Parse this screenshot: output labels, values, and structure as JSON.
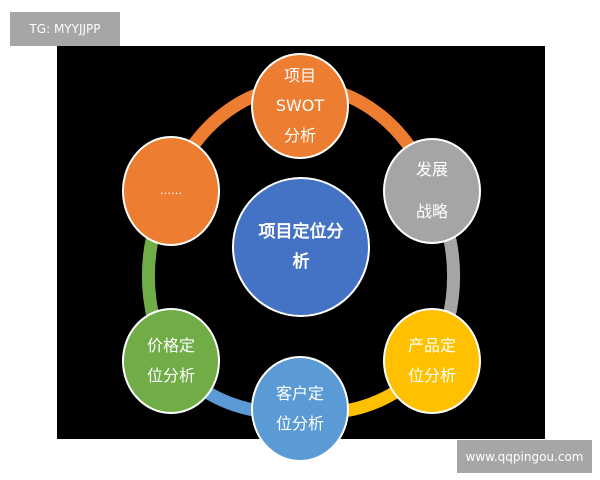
{
  "watermarks": {
    "top_left": "TG: MYYJJPP",
    "bottom_right": "www.qqpingou.com"
  },
  "center": {
    "lines": [
      "项目定位分",
      "析"
    ],
    "color": "#4472c4"
  },
  "nodes": [
    {
      "id": "swot",
      "lines": [
        "项目",
        "SWOT",
        "分析"
      ],
      "color": "#ed7d31"
    },
    {
      "id": "strategy",
      "lines": [
        "发展",
        "战略"
      ],
      "color": "#a5a5a5"
    },
    {
      "id": "product",
      "lines": [
        "产品定",
        "位分析"
      ],
      "color": "#ffc000"
    },
    {
      "id": "customer",
      "lines": [
        "客户定",
        "位分析"
      ],
      "color": "#5b9bd5"
    },
    {
      "id": "price",
      "lines": [
        "价格定",
        "位分析"
      ],
      "color": "#70ad47"
    },
    {
      "id": "more",
      "lines": [
        "……"
      ],
      "color": "#ed7d31"
    }
  ]
}
